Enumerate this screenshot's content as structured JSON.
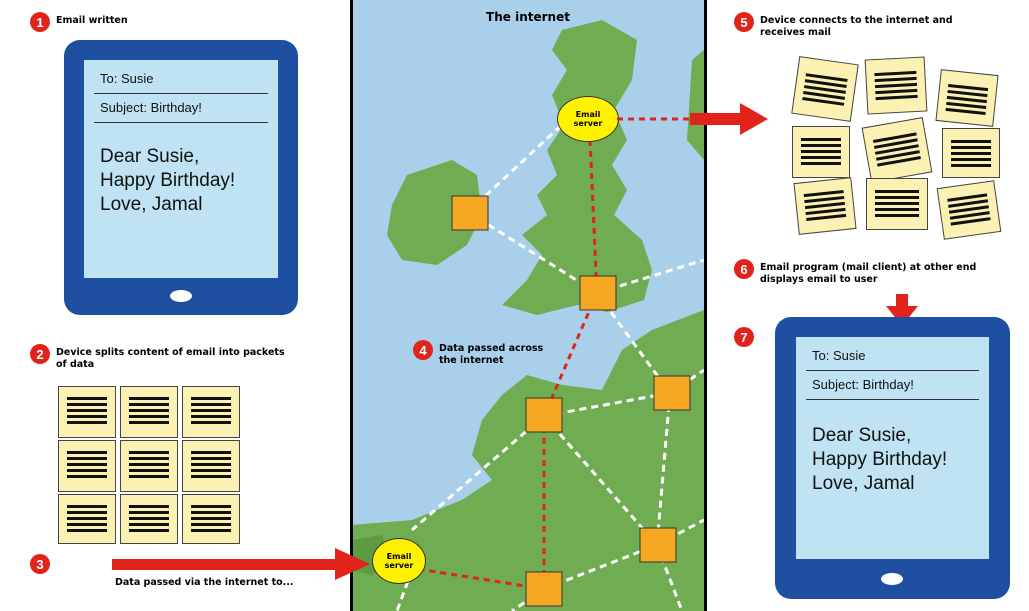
{
  "steps": {
    "s1": {
      "num": "1",
      "text": "Email written"
    },
    "s2": {
      "num": "2",
      "text": "Device splits content of email into packets of data"
    },
    "s3": {
      "num": "3",
      "text": "Data passed via the internet to..."
    },
    "s4": {
      "num": "4",
      "text": "Data passed across the internet"
    },
    "s5": {
      "num": "5",
      "text": "Device connects to the internet and receives mail"
    },
    "s6": {
      "num": "6",
      "text": "Email program (mail client) at other end displays email to user"
    },
    "s7": {
      "num": "7",
      "text": ""
    }
  },
  "map": {
    "title": "The internet",
    "server_label": "Email server"
  },
  "email": {
    "to": "To: Susie",
    "subject": "Subject: Birthday!",
    "greeting": "Dear Susie,",
    "message": "Happy Birthday!",
    "signoff": "Love, Jamal"
  },
  "colors": {
    "red": "#e0241b",
    "tablet": "#1f4fa0",
    "screen": "#bfe3f3",
    "node": "#f5a623",
    "server": "#fff200",
    "sea": "#a9cfea",
    "land": "#6fac52"
  }
}
